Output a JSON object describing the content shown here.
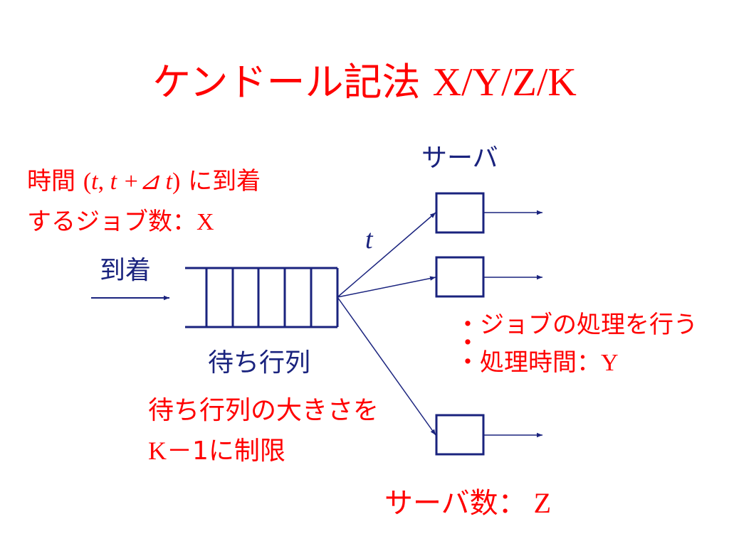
{
  "title": {
    "jp": "ケンドール記法 ",
    "latin": "X/Y/Z/K"
  },
  "arrival_rate": {
    "prefix": "時間 ",
    "open": "(",
    "t1": "t",
    "comma": ", ",
    "t2": "t",
    "plus": " +⊿ ",
    "t3": "t",
    "close": ")",
    "suffix": " に到着",
    "line2": "するジョブ数",
    "colon_var": "：X"
  },
  "arrival_label": "到着",
  "server_label": "サーバ",
  "t_label": "t",
  "queue_label": "待ち行列",
  "queue_limit": {
    "line1": "待ち行列の大きさを",
    "line2_k": "K",
    "line2_rest": "－1に制限"
  },
  "server_notes": {
    "bullet": "・",
    "item1": "ジョブの処理を行う",
    "item2": "処理時間",
    "item2_var": "：Y"
  },
  "server_count": {
    "label": "サーバ数",
    "var": "：  Z"
  },
  "colors": {
    "red": "#ff0000",
    "blue": "#1a237e"
  }
}
